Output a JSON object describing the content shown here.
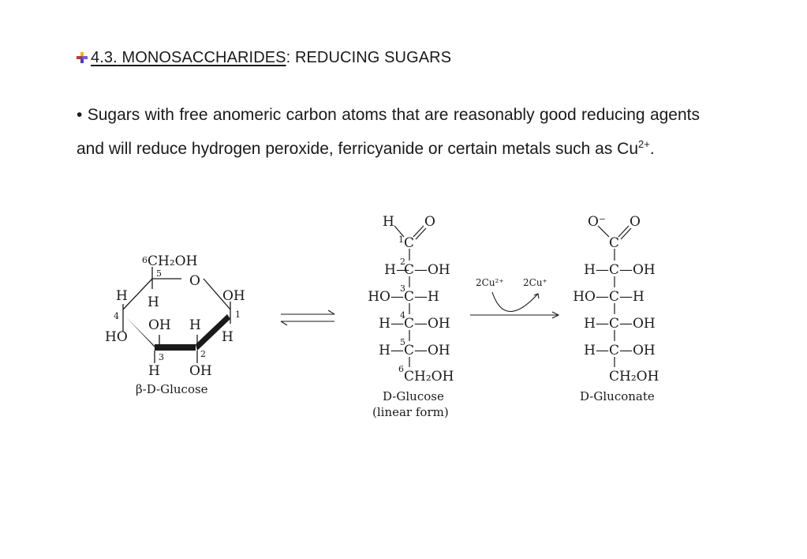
{
  "heading": {
    "number": "4.3.",
    "topic": "MONOSACCHARIDES",
    "subtopic": ": REDUCING SUGARS"
  },
  "paragraph": {
    "bullet": "•",
    "text": "Sugars with free anomeric carbon atoms that are reasonably good reducing agents and will reduce hydrogen peroxide, ferricyanide or certain metals such as Cu",
    "superscript": "2+",
    "end": "."
  },
  "figure": {
    "glucose_ring": {
      "c6": "6",
      "c6_group": "CH₂OH",
      "c5": "5",
      "ring_o": "O",
      "c4": "4",
      "c4_h": "H",
      "c4_oh": "HO",
      "c5_h": "H",
      "c1": "1",
      "c1_oh": "OH",
      "c1_h": "H",
      "c3": "3",
      "c3_oh": "OH",
      "c3_h": "H",
      "c2": "2",
      "c2_h": "H",
      "c2_oh": "OH",
      "name": "β-D-Glucose"
    },
    "glucose_linear": {
      "c1_h": "H",
      "c1_o": "O",
      "c1": "1",
      "c1_atom": "C",
      "rows": [
        {
          "n": "2",
          "left": "H—",
          "c": "C",
          "right": "—OH"
        },
        {
          "n": "3",
          "left": "HO—",
          "c": "C",
          "right": "—H"
        },
        {
          "n": "4",
          "left": "H—",
          "c": "C",
          "right": "—OH"
        },
        {
          "n": "5",
          "left": "H—",
          "c": "C",
          "right": "—OH"
        }
      ],
      "c6": "6",
      "c6_group": "CH₂OH",
      "name": "D-Glucose",
      "form": "(linear form)"
    },
    "reaction": {
      "reactant": "2Cu²⁺",
      "product": "2Cu⁺"
    },
    "gluconate": {
      "o_minus": "O⁻",
      "o": "O",
      "c1_atom": "C",
      "rows": [
        {
          "left": "H—",
          "c": "C",
          "right": "—OH"
        },
        {
          "left": "HO—",
          "c": "C",
          "right": "—H"
        },
        {
          "left": "H—",
          "c": "C",
          "right": "—OH"
        },
        {
          "left": "H—",
          "c": "C",
          "right": "—OH"
        }
      ],
      "c6_group": "CH₂OH",
      "name": "D-Gluconate"
    },
    "colors": {
      "bullet_icon_top": "#e8b800",
      "bullet_icon_bottom": "#4a3cc8",
      "bullet_icon_left": "#d23030"
    }
  }
}
